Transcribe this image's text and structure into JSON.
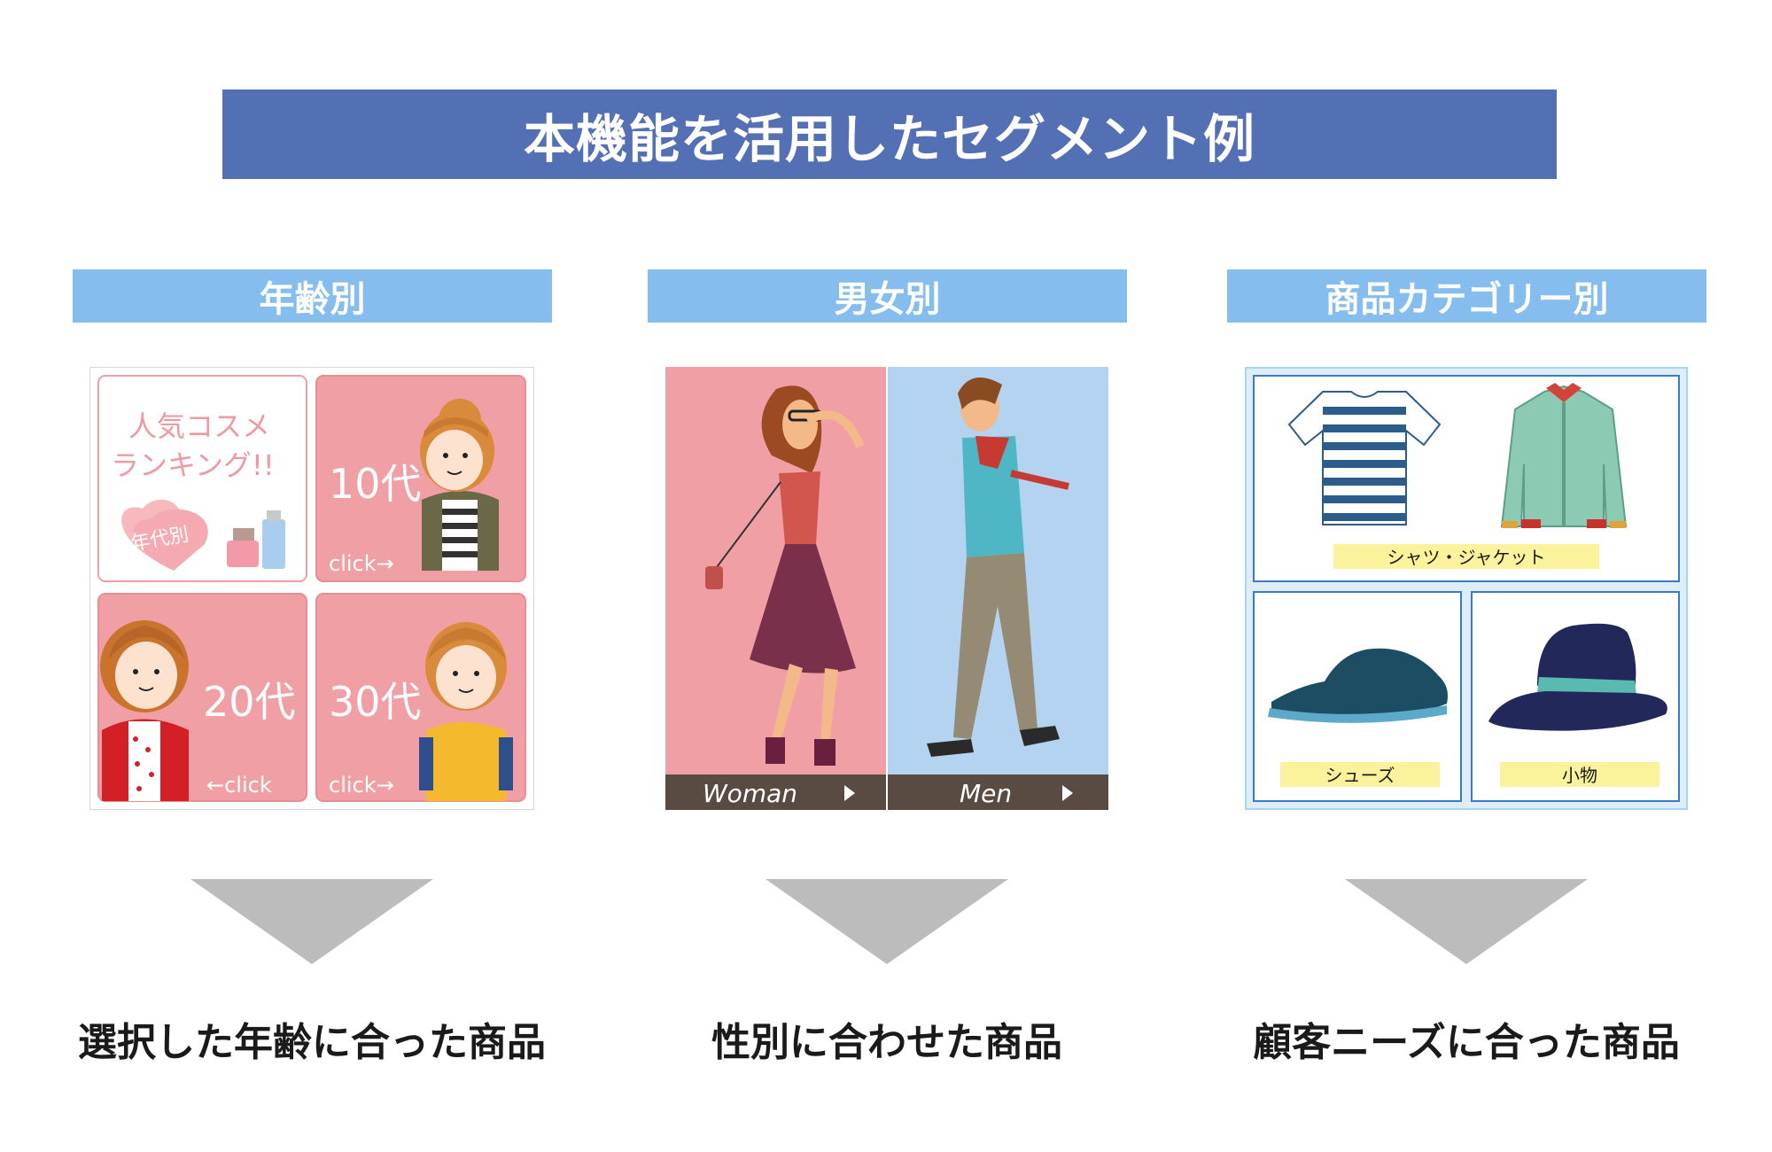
{
  "title": "本機能を活用したセグメント例",
  "columns": [
    {
      "header": "年齢別",
      "result": "選択した年齢に合った商品",
      "panel": {
        "banner_line1": "人気コスメ",
        "banner_line2": "ランキング!!",
        "heart_label": "年代別",
        "tile_10": "10代",
        "tile_10_link": "click→",
        "tile_20": "20代",
        "tile_20_link": "←click",
        "tile_30": "30代",
        "tile_30_link": "click→"
      }
    },
    {
      "header": "男女別",
      "result": "性別に合わせた商品",
      "panel": {
        "woman_label": "Woman",
        "men_label": "Men"
      }
    },
    {
      "header": "商品カテゴリー別",
      "result": "顧客ニーズに合った商品",
      "panel": {
        "shirts_label": "シャツ・ジャケット",
        "shoes_label": "シューズ",
        "accessories_label": "小物"
      }
    }
  ],
  "colors": {
    "title_bar": "#5470b5",
    "category_bar": "#84bdee",
    "arrow": "#bcbcbc",
    "pink_tile": "#f0a0a4",
    "blue_panel": "#b3d3f0",
    "label_yellow": "#fbf39b"
  },
  "icons": [
    "person-illustration-icon",
    "tshirt-icon",
    "jacket-icon",
    "shoe-icon",
    "hat-icon",
    "play-arrow-icon",
    "heart-icon",
    "cosmetics-icon"
  ]
}
